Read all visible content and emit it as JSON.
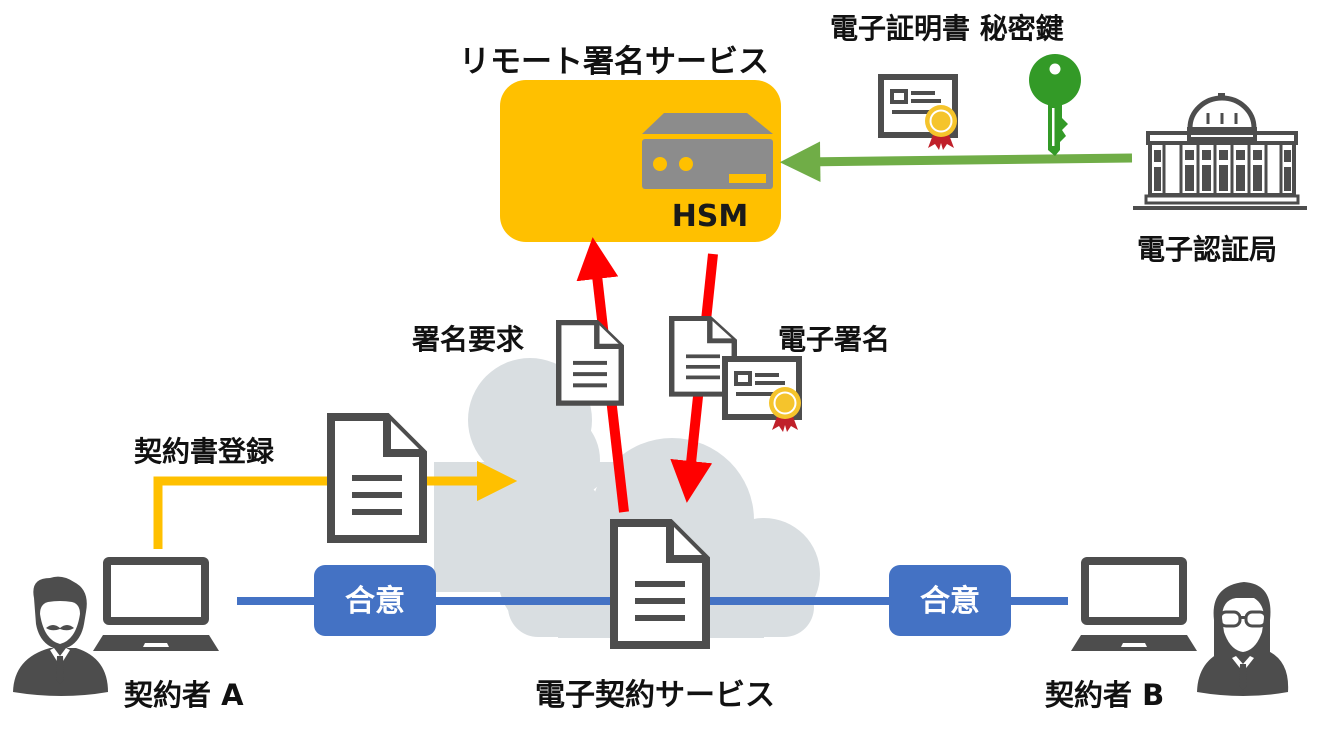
{
  "labels": {
    "remote_signing_service": "リモート署名サービス",
    "hsm": "HSM",
    "certificate_and_key": "電子証明書 秘密鍵",
    "certificate_authority": "電子認証局",
    "signing_request": "署名要求",
    "digital_signature": "電子署名",
    "contract_registration": "契約書登録",
    "econtract_service": "電子契約サービス",
    "party_a": "契約者 A",
    "party_b": "契約者 B",
    "agreement_left": "合意",
    "agreement_right": "合意"
  },
  "colors": {
    "hsm_box": "#FFC000",
    "hsm_device": "#8C8C8C",
    "cloud": "#D9DEE1",
    "icon_gray": "#4D4D4D",
    "green_flow": "#70AD47",
    "key_green": "#339A27",
    "red_flow": "#FF0000",
    "yellow_flow": "#FFC000",
    "blue_flow": "#4472C4",
    "badge_gold": "#F5C42C",
    "ribbon_red": "#C0202A"
  },
  "flows": [
    {
      "from": "電子認証局",
      "to": "HSM",
      "carries": [
        "電子証明書",
        "秘密鍵"
      ]
    },
    {
      "from": "電子契約サービス",
      "to": "リモート署名サービス",
      "label": "署名要求"
    },
    {
      "from": "リモート署名サービス",
      "to": "電子契約サービス",
      "label": "電子署名"
    },
    {
      "from": "契約者 A",
      "to": "電子契約サービス",
      "label": "契約書登録"
    },
    {
      "from": "契約者 A",
      "to": "電子契約サービス",
      "label": "合意"
    },
    {
      "from": "契約者 B",
      "to": "電子契約サービス",
      "label": "合意"
    }
  ]
}
